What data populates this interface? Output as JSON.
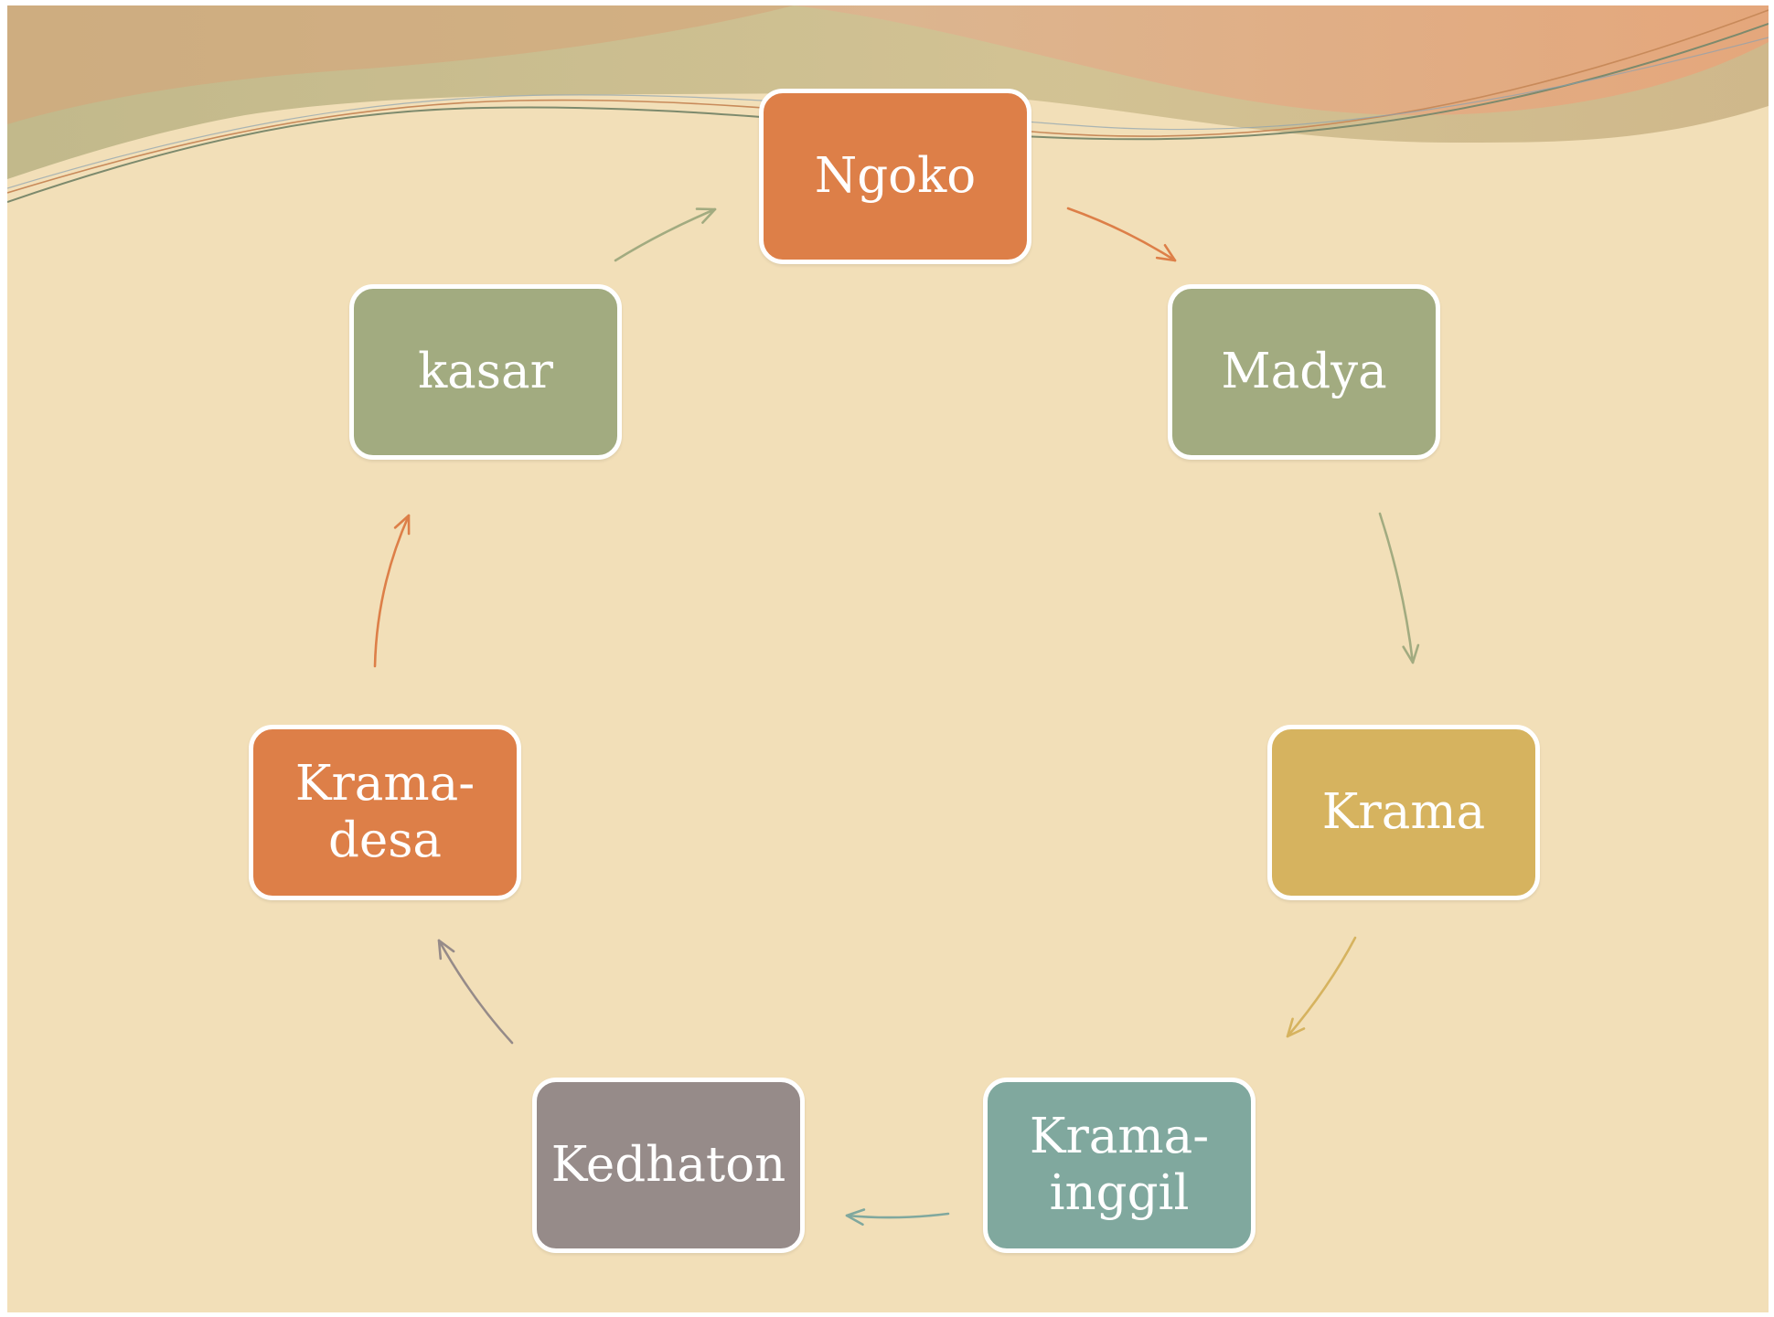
{
  "diagram": {
    "type": "cycle",
    "colors": {
      "background": "#f2dfb8",
      "node_border": "#ffffff",
      "label_text": "#ffffff"
    },
    "nodes": [
      {
        "id": "ngoko",
        "label": "Ngoko",
        "color": "#dd7f48"
      },
      {
        "id": "madya",
        "label": "Madya",
        "color": "#a2ab80"
      },
      {
        "id": "krama",
        "label": "Krama",
        "color": "#d6b35f"
      },
      {
        "id": "krama-inggil",
        "label": "Krama-\ninggil",
        "color": "#80a89e"
      },
      {
        "id": "kedhaton",
        "label": "Kedhaton",
        "color": "#968b89"
      },
      {
        "id": "krama-desa",
        "label": "Krama-\ndesa",
        "color": "#dd7f48"
      },
      {
        "id": "kasar",
        "label": "kasar",
        "color": "#a2ab80"
      }
    ],
    "edges": [
      {
        "from": "ngoko",
        "to": "madya",
        "color": "#dd7f48"
      },
      {
        "from": "madya",
        "to": "krama",
        "color": "#a2ab80"
      },
      {
        "from": "krama",
        "to": "krama-inggil",
        "color": "#d6b35f"
      },
      {
        "from": "krama-inggil",
        "to": "kedhaton",
        "color": "#80a89e"
      },
      {
        "from": "kedhaton",
        "to": "krama-desa",
        "color": "#968b89"
      },
      {
        "from": "krama-desa",
        "to": "kasar",
        "color": "#dd7f48"
      },
      {
        "from": "kasar",
        "to": "ngoko",
        "color": "#a2ab80"
      }
    ]
  }
}
